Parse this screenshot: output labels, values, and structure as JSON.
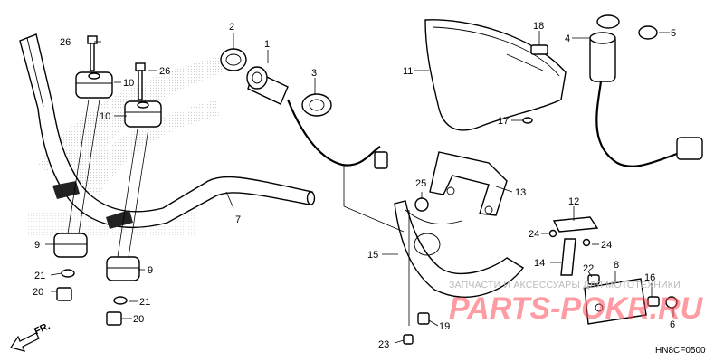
{
  "diagram_code": "HN8CF0500",
  "direction_label": "FR.",
  "watermark": {
    "tagline": "ЗАПЧАСТИ И АКСЕССУАРЫ ДЛЯ МОТОТЕХНИКИ",
    "brand": "PARTS-POKR.RU"
  },
  "callouts": {
    "c1": "1",
    "c2": "2",
    "c3": "3",
    "c4": "4",
    "c5": "5",
    "c6": "6",
    "c7": "7",
    "c8": "8",
    "c9a": "9",
    "c9b": "9",
    "c10a": "10",
    "c10b": "10",
    "c11": "11",
    "c12": "12",
    "c13": "13",
    "c14": "14",
    "c15": "15",
    "c16": "16",
    "c17": "17",
    "c18": "18",
    "c19": "19",
    "c20a": "20",
    "c20b": "20",
    "c21a": "21",
    "c21b": "21",
    "c22": "22",
    "c23": "23",
    "c24a": "24",
    "c24b": "24",
    "c25": "25",
    "c26a": "26",
    "c26b": "26"
  },
  "colors": {
    "line": "#000000",
    "watermark_text": "#b9b9b9",
    "watermark_brand": "#ff4a57",
    "logo_dots": "#c8c8c8"
  }
}
